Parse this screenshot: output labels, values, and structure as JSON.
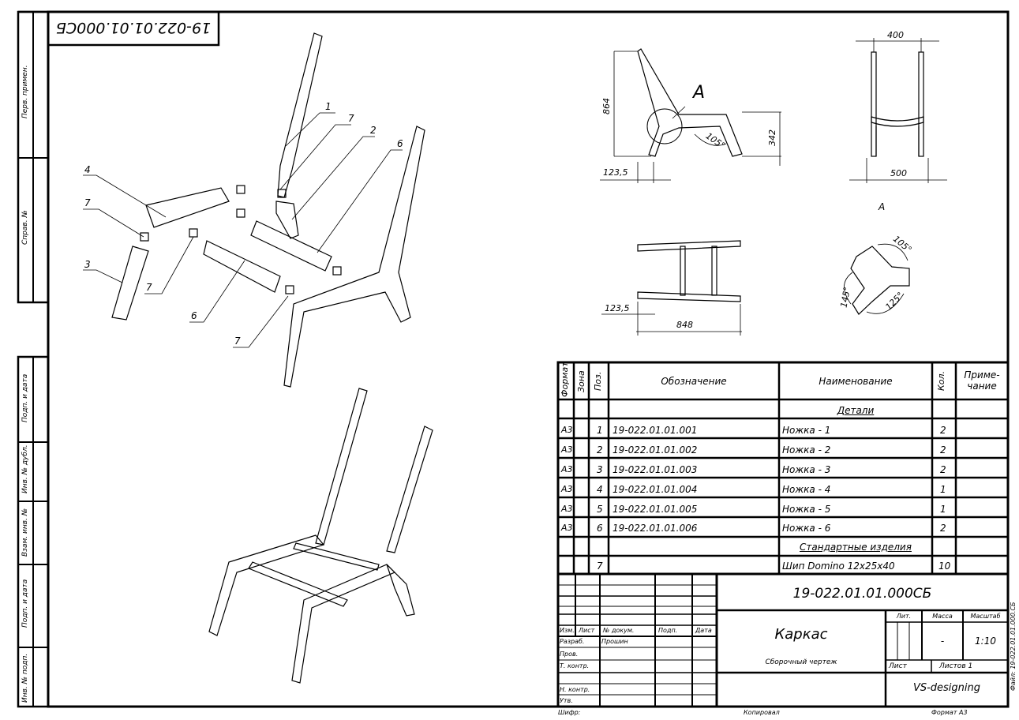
{
  "stamp_code_mirrored": "19-022.01.01.000СБ",
  "side_fields": [
    "Перв. примен.",
    "Справ. №",
    "Подп. и дата",
    "Инв. № дубл.",
    "Взам. инв. №",
    "Подп. и дата",
    "Инв. № подп."
  ],
  "callouts": [
    "1",
    "7",
    "2",
    "6",
    "4",
    "7",
    "3",
    "7",
    "6",
    "7"
  ],
  "dimensions": {
    "height": "864",
    "seat_height": "342",
    "offset_side": "123,5",
    "angle_side": "105°",
    "view_a_label": "A",
    "front_top_width": "400",
    "front_bottom_width": "500",
    "top_offset": "123,5",
    "top_length": "848",
    "detail_label": "A",
    "detail_angles": [
      "105°",
      "145°",
      "125°"
    ]
  },
  "spec": {
    "headers": [
      "Формат",
      "Зона",
      "Поз.",
      "Обозначение",
      "Наименование",
      "Кол.",
      "Приме-чание"
    ],
    "section_details": "Детали",
    "rows": [
      {
        "format": "А3",
        "pos": "1",
        "code": "19-022.01.01.001",
        "name": "Ножка - 1",
        "qty": "2"
      },
      {
        "format": "А3",
        "pos": "2",
        "code": "19-022.01.01.002",
        "name": "Ножка - 2",
        "qty": "2"
      },
      {
        "format": "А3",
        "pos": "3",
        "code": "19-022.01.01.003",
        "name": "Ножка - 3",
        "qty": "2"
      },
      {
        "format": "А3",
        "pos": "4",
        "code": "19-022.01.01.004",
        "name": "Ножка - 4",
        "qty": "1"
      },
      {
        "format": "А3",
        "pos": "5",
        "code": "19-022.01.01.005",
        "name": "Ножка - 5",
        "qty": "1"
      },
      {
        "format": "А3",
        "pos": "6",
        "code": "19-022.01.01.006",
        "name": "Ножка - 6",
        "qty": "2"
      }
    ],
    "section_standard": "Стандартные изделия",
    "standard_row": {
      "pos": "7",
      "name": "Шип Domino 12х25х40",
      "qty": "10"
    }
  },
  "title_block": {
    "code": "19-022.01.01.000СБ",
    "name": "Каркас",
    "doc_type": "Сборочный чертеж",
    "col_headers": [
      "Изм.",
      "Лист",
      "№ докум.",
      "Подп.",
      "Дата"
    ],
    "roles": [
      "Разраб.",
      "Пров.",
      "Т. контр.",
      "",
      "Н. контр.",
      "Утв."
    ],
    "developer": "Прошин",
    "lit_label": "Лит.",
    "mass_label": "Масса",
    "scale_label": "Масштаб",
    "mass_value": "-",
    "scale_value": "1:10",
    "sheet_label": "Лист",
    "sheets_label": "Листов 1",
    "company": "VS-designing",
    "side_file": "Файл: 19-022.01.01.000.СБ"
  },
  "footer": {
    "cipher": "Шифр:",
    "copied": "Копировал",
    "format": "Формат А3"
  }
}
